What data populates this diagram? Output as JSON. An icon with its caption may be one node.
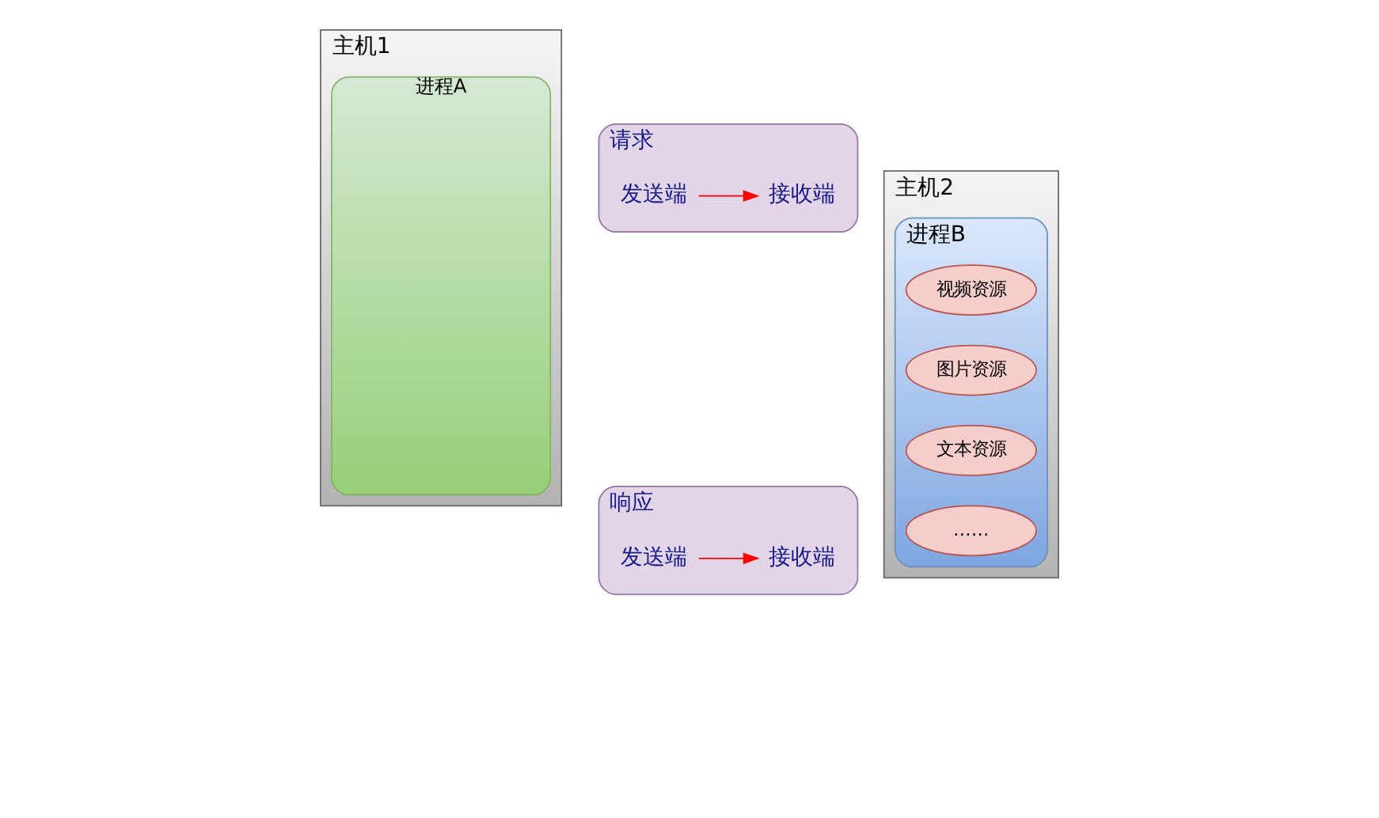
{
  "diagram": {
    "nodes": [
      {
        "text": [
          "主机1"
        ]
      },
      {
        "text": [
          "进程A"
        ],
        "in": 0
      },
      {
        "text": [
          "请求"
        ]
      },
      {
        "text": [
          "发送端"
        ],
        "in": 2
      },
      {
        "text": [
          "接收端"
        ],
        "in": 2
      },
      {
        "text": [
          "响应"
        ]
      },
      {
        "text": [
          "接收端"
        ],
        "in": 5
      },
      {
        "text": [
          "发送端"
        ],
        "in": 5
      },
      {
        "text": [
          "主机2"
        ]
      },
      {
        "text": [
          "进程B"
        ],
        "in": 8
      },
      {
        "text": [
          "视频资源"
        ],
        "in": 9
      },
      {
        "text": [
          "图片资源"
        ],
        "in": 9
      },
      {
        "text": [
          "文本资源"
        ],
        "in": 9
      },
      {
        "text": [
          "……"
        ],
        "in": 9
      }
    ],
    "edges": [
      {
        "from": 3,
        "to": 4,
        "arrow": "to",
        "color": "#ff0000"
      },
      {
        "from": 7,
        "to": 6,
        "arrow": "to",
        "color": "#ff0000"
      }
    ]
  }
}
